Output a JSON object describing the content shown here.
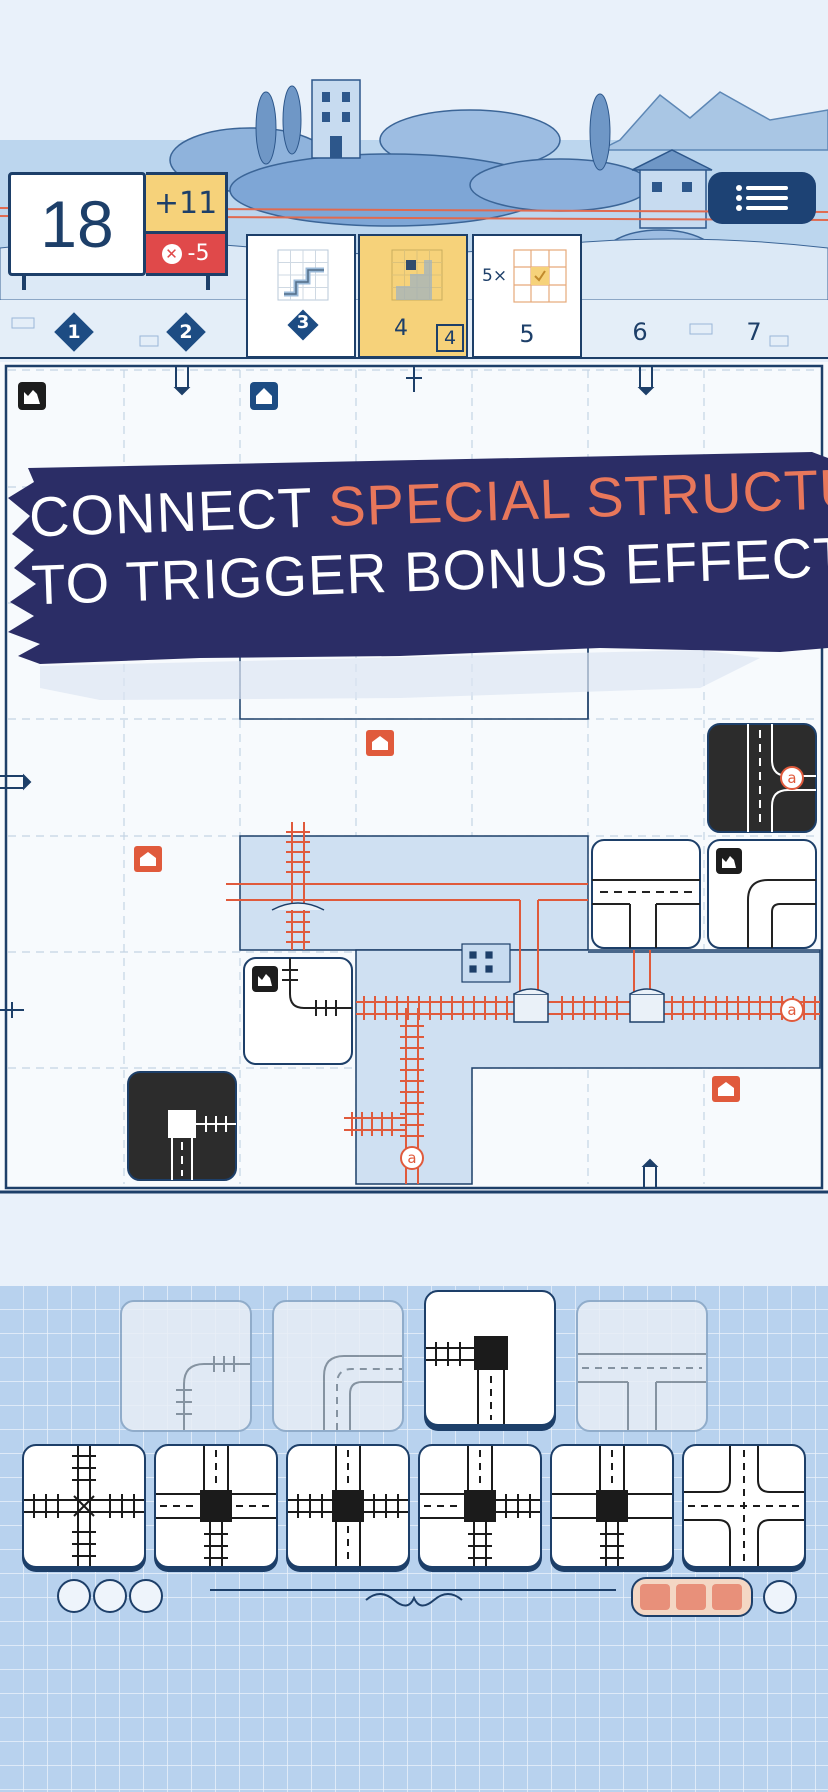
{
  "score": {
    "total": "18",
    "bonus": "+11",
    "penalty_icon": "x-circle-icon",
    "penalty": "-5"
  },
  "menu": {
    "icon": "list-menu-icon"
  },
  "rounds": [
    {
      "number": "1",
      "state": "done"
    },
    {
      "number": "2",
      "state": "done"
    },
    {
      "number": "3",
      "state": "done"
    },
    {
      "number": "4",
      "state": "active",
      "badge": "4"
    },
    {
      "number": "5",
      "state": "upcoming",
      "multiplier": "5×"
    },
    {
      "number": "6",
      "state": "upcoming"
    },
    {
      "number": "7",
      "state": "upcoming"
    }
  ],
  "banner": {
    "line1_a": "CONNECT ",
    "line1_b": "SPECIAL STRUCTURES",
    "line2": "TO TRIGGER BONUS EFFECTS"
  },
  "board_markers": {
    "exit_label": "a"
  },
  "colors": {
    "navy": "#1d3f69",
    "accent_red": "#e05a3c",
    "gold": "#f6d27a",
    "penalty_red": "#e0494a",
    "water": "#cfe0f2"
  },
  "tray": {
    "dice_tiles": [
      "rail-curve",
      "road-curve",
      "station-rail-road",
      "road-t-junction"
    ],
    "special_tiles": [
      "rail-crossing",
      "station-road-cross",
      "station-rail-road-cross",
      "station-road-rail-cross",
      "station-rail-road-t",
      "road-crossing"
    ],
    "special_counter": {
      "used": 0,
      "total": 3
    },
    "bonus_counter": {
      "filled": 3,
      "total": 4
    }
  }
}
